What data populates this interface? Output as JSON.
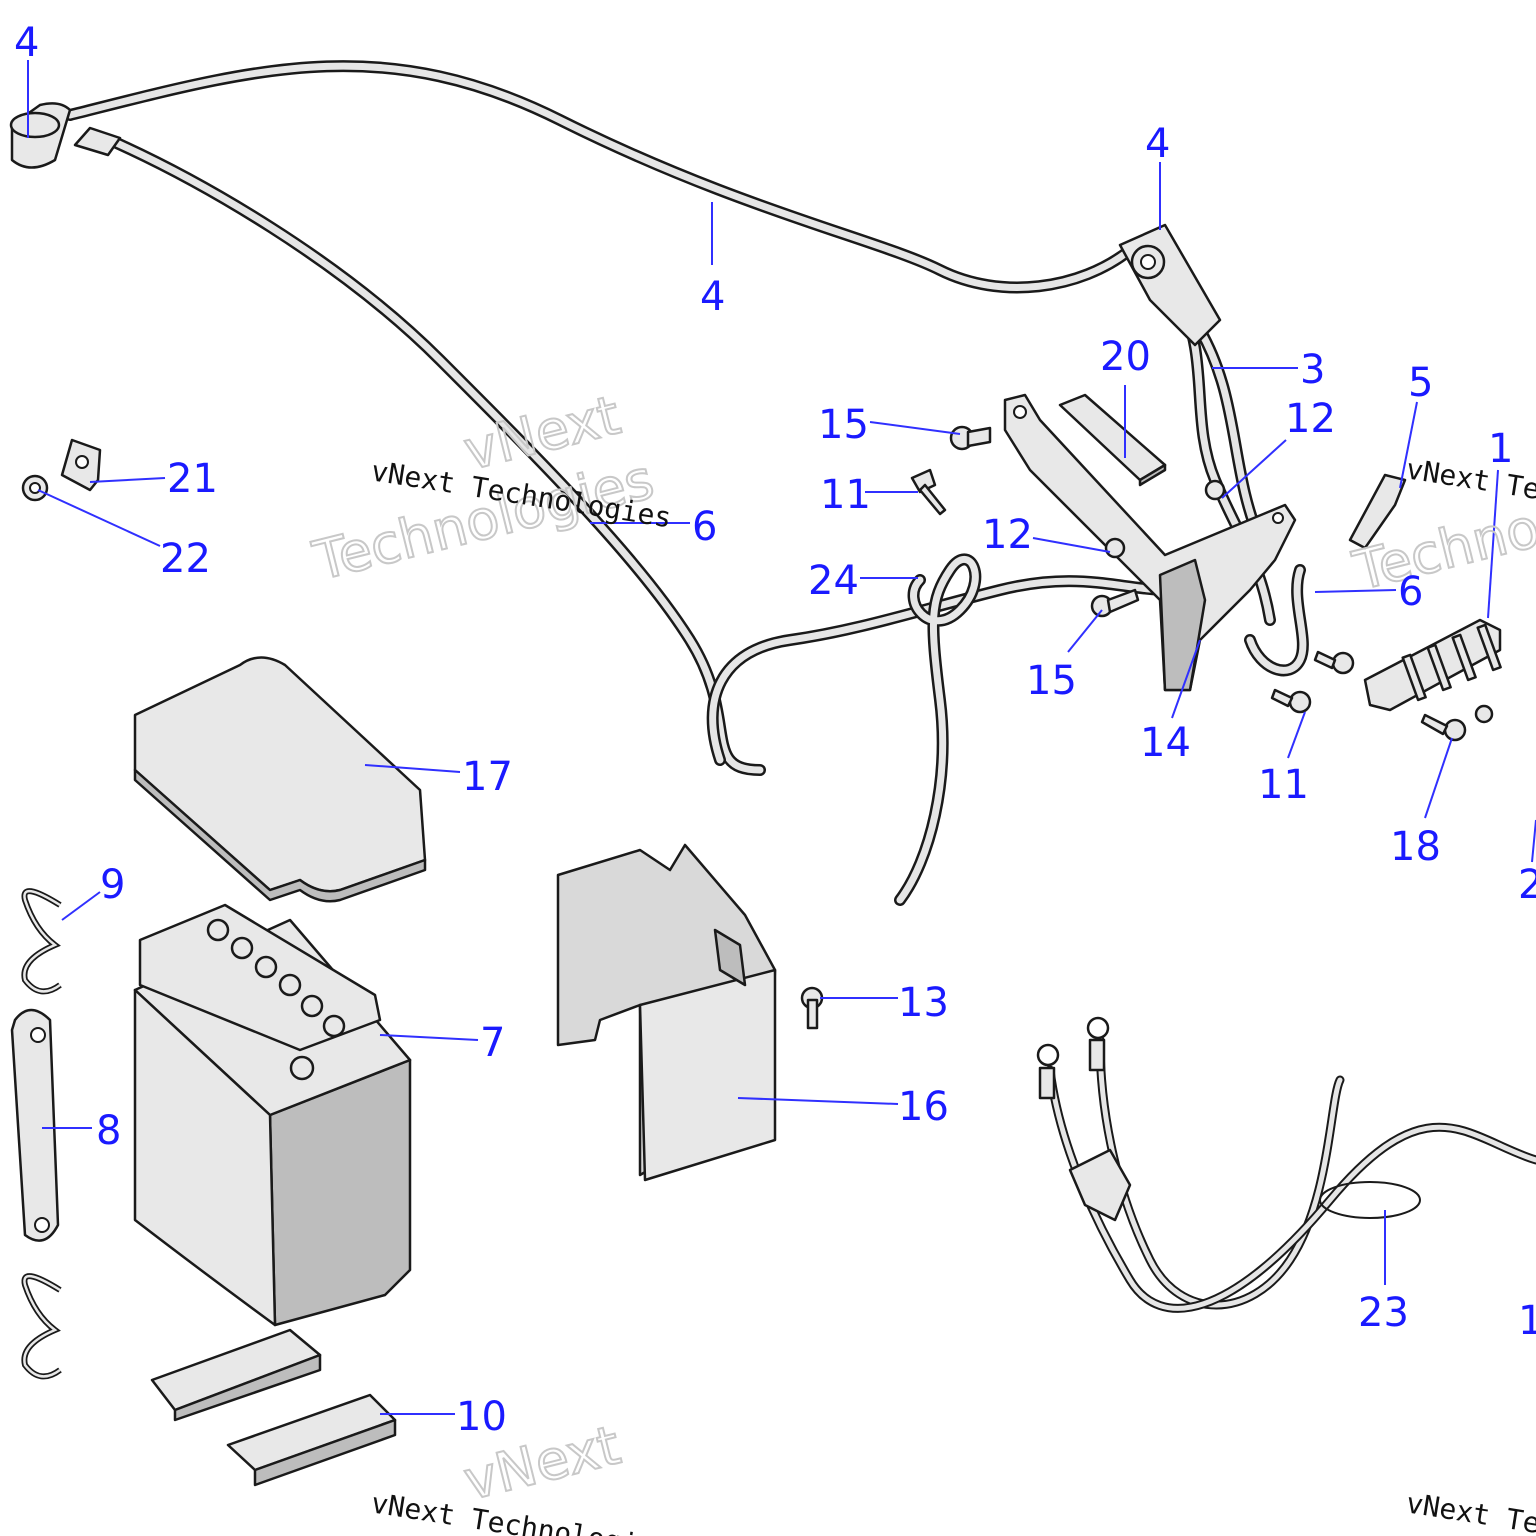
{
  "callouts": [
    "4",
    "4",
    "4",
    "3",
    "20",
    "5",
    "1",
    "12",
    "15",
    "11",
    "12",
    "24",
    "6",
    "6",
    "15",
    "14",
    "11",
    "18",
    "21",
    "22",
    "17",
    "9",
    "8",
    "7",
    "13",
    "16",
    "10",
    "23",
    "2",
    "1"
  ],
  "watermark": {
    "brand": "vNext",
    "company": "Technologies",
    "full": "vNext Technologies",
    "partial_tail": "Te",
    "partial_mid": "Technologies"
  }
}
